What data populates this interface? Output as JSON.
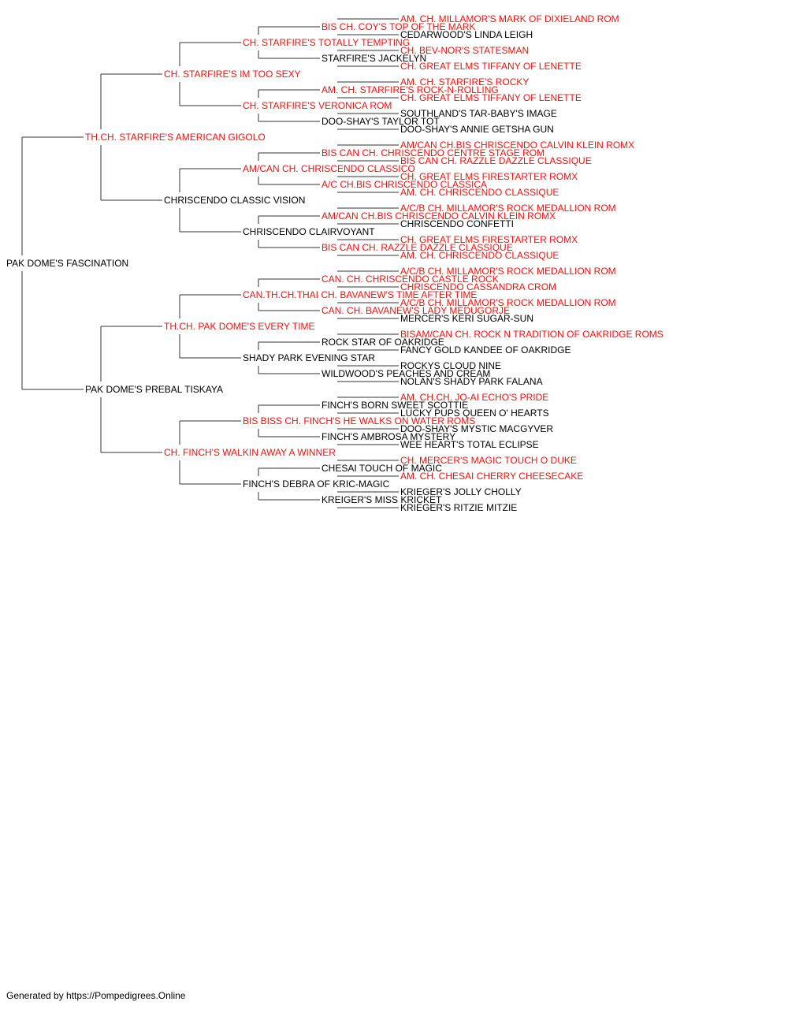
{
  "colors": {
    "champion": "#ee1111",
    "regular": "#000000",
    "line": "#333333"
  },
  "pedigree": {
    "name": "PAK DOME'S FASCINATION",
    "champion": false,
    "sire": {
      "name": "TH.CH. STARFIRE'S AMERICAN GIGOLO",
      "champion": true,
      "sire": {
        "name": "CH. STARFIRE'S IM TOO SEXY",
        "champion": true,
        "sire": {
          "name": "CH. STARFIRE'S TOTALLY TEMPTING",
          "champion": true,
          "sire": {
            "name": "BIS CH. COY'S TOP OF THE MARK",
            "champion": true,
            "sire": {
              "name": "AM. CH. MILLAMOR'S MARK OF DIXIELAND ROM",
              "champion": true
            },
            "dam": {
              "name": "CEDARWOOD'S LINDA LEIGH",
              "champion": false
            }
          },
          "dam": {
            "name": "STARFIRE'S JACKELYN",
            "champion": false,
            "sire": {
              "name": "CH. BEV-NOR'S STATESMAN",
              "champion": true
            },
            "dam": {
              "name": "CH. GREAT ELMS TIFFANY OF LENETTE",
              "champion": true
            }
          }
        },
        "dam": {
          "name": "CH. STARFIRE'S VERONICA ROM",
          "champion": true,
          "sire": {
            "name": "AM. CH. STARFIRE'S ROCK-N-ROLLING",
            "champion": true,
            "sire": {
              "name": "AM. CH. STARFIRE'S ROCKY",
              "champion": true
            },
            "dam": {
              "name": "CH. GREAT ELMS TIFFANY OF LENETTE",
              "champion": true
            }
          },
          "dam": {
            "name": "DOO-SHAY'S TAYLOR TOT",
            "champion": false,
            "sire": {
              "name": "SOUTHLAND'S TAR-BABY'S IMAGE",
              "champion": false
            },
            "dam": {
              "name": "DOO-SHAY'S ANNIE GETSHA GUN",
              "champion": false
            }
          }
        }
      },
      "dam": {
        "name": "CHRISCENDO CLASSIC VISION",
        "champion": false,
        "sire": {
          "name": "AM/CAN CH. CHRISCENDO CLASSICO",
          "champion": true,
          "sire": {
            "name": "BIS CAN CH. CHRISCENDO CENTRE STAGE ROM",
            "champion": true,
            "sire": {
              "name": "AM/CAN CH.BIS CHRISCENDO CALVIN KLEIN ROMX",
              "champion": true
            },
            "dam": {
              "name": "BIS CAN CH. RAZZLE DAZZLE CLASSIQUE",
              "champion": true
            }
          },
          "dam": {
            "name": "A/C CH.BIS CHRISCENDO CLASSICA",
            "champion": true,
            "sire": {
              "name": "CH. GREAT ELMS FIRESTARTER ROMX",
              "champion": true
            },
            "dam": {
              "name": "AM. CH. CHRISCENDO CLASSIQUE",
              "champion": true
            }
          }
        },
        "dam": {
          "name": "CHRISCENDO CLAIRVOYANT",
          "champion": false,
          "sire": {
            "name": "AM/CAN CH.BIS CHRISCENDO CALVIN KLEIN ROMX",
            "champion": true,
            "sire": {
              "name": "A/C/B CH. MILLAMOR'S ROCK MEDALLION ROM",
              "champion": true
            },
            "dam": {
              "name": "CHRISCENDO CONFETTI",
              "champion": false
            }
          },
          "dam": {
            "name": "BIS CAN CH. RAZZLE DAZZLE CLASSIQUE",
            "champion": true,
            "sire": {
              "name": "CH. GREAT ELMS FIRESTARTER ROMX",
              "champion": true
            },
            "dam": {
              "name": "AM. CH. CHRISCENDO CLASSIQUE",
              "champion": true
            }
          }
        }
      }
    },
    "dam": {
      "name": "PAK DOME'S PREBAL TISKAYA",
      "champion": false,
      "sire": {
        "name": "TH.CH. PAK DOME'S EVERY TIME",
        "champion": true,
        "sire": {
          "name": "CAN.TH.CH.THAI CH. BAVANEW'S TIME AFTER TIME",
          "champion": true,
          "sire": {
            "name": "CAN. CH. CHRISCENDO CASTLE ROCK",
            "champion": true,
            "sire": {
              "name": "A/C/B CH. MILLAMOR'S ROCK MEDALLION ROM",
              "champion": true
            },
            "dam": {
              "name": "CHRISCENDO CASSANDRA CROM",
              "champion": true
            }
          },
          "dam": {
            "name": "CAN. CH. BAVANEW'S LADY MEDUGORJE",
            "champion": true,
            "sire": {
              "name": "A/C/B CH. MILLAMOR'S ROCK MEDALLION ROM",
              "champion": true
            },
            "dam": {
              "name": "MERCER'S KERI SUGAR-SUN",
              "champion": false
            }
          }
        },
        "dam": {
          "name": "SHADY PARK EVENING STAR",
          "champion": false,
          "sire": {
            "name": "ROCK STAR OF OAKRIDGE",
            "champion": false,
            "sire": {
              "name": "BISAM/CAN CH. ROCK N TRADITION OF OAKRIDGE ROMS",
              "champion": true
            },
            "dam": {
              "name": "FANCY GOLD KANDEE OF OAKRIDGE",
              "champion": false
            }
          },
          "dam": {
            "name": "WILDWOOD'S PEACHES AND CREAM",
            "champion": false,
            "sire": {
              "name": "ROCKYS CLOUD NINE",
              "champion": false
            },
            "dam": {
              "name": "NOLAN'S SHADY PARK FALANA",
              "champion": false
            }
          }
        }
      },
      "dam": {
        "name": "CH. FINCH'S WALKIN AWAY A WINNER",
        "champion": true,
        "sire": {
          "name": "BIS BISS CH. FINCH'S HE WALKS ON WATER ROMS",
          "champion": true,
          "sire": {
            "name": "FINCH'S BORN SWEET SCOTTIE",
            "champion": false,
            "sire": {
              "name": "AM. CH.CH. JO-AI ECHO'S PRIDE",
              "champion": true
            },
            "dam": {
              "name": "LUCKY PUPS QUEEN O' HEARTS",
              "champion": false
            }
          },
          "dam": {
            "name": "FINCH'S AMBROSA MYSTERY",
            "champion": false,
            "sire": {
              "name": "DOO-SHAY'S MYSTIC MACGYVER",
              "champion": false
            },
            "dam": {
              "name": "WEE HEART'S TOTAL ECLIPSE",
              "champion": false
            }
          }
        },
        "dam": {
          "name": "FINCH'S DEBRA OF KRIC-MAGIC",
          "champion": false,
          "sire": {
            "name": "CHESAI TOUCH OF MAGIC",
            "champion": false,
            "sire": {
              "name": "CH. MERCER'S MAGIC TOUCH O DUKE",
              "champion": true
            },
            "dam": {
              "name": "AM. CH. CHESAI CHERRY CHEESECAKE",
              "champion": true
            }
          },
          "dam": {
            "name": "KREIGER'S MISS KRICKET",
            "champion": false,
            "sire": {
              "name": "KRIEGER'S JOLLY CHOLLY",
              "champion": false
            },
            "dam": {
              "name": "KRIEGER'S RITZIE MITZIE",
              "champion": false
            }
          }
        }
      }
    }
  },
  "footer": "Generated by https://Pompedigrees.Online"
}
